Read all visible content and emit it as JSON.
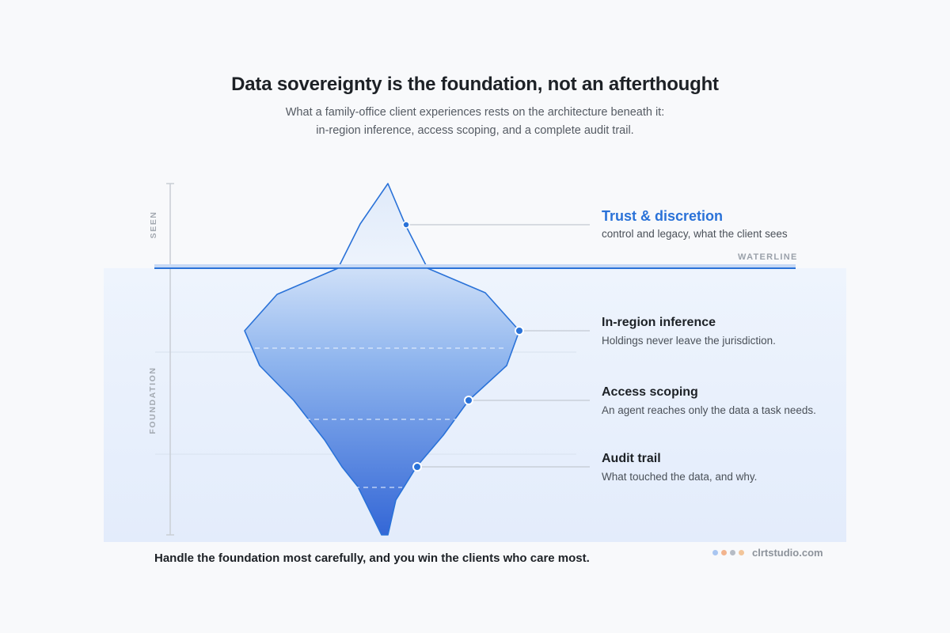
{
  "header": {
    "title": "Data sovereignty is the foundation, not an afterthought",
    "subtitle_line1": "What a family-office client experiences rests on the architecture beneath it:",
    "subtitle_line2": "in-region inference, access scoping, and a complete audit trail."
  },
  "axis": {
    "seen": "SEEN",
    "foundation": "FOUNDATION",
    "waterline": "WATERLINE"
  },
  "layers": [
    {
      "title": "Trust & discretion",
      "desc": "control and legacy, what the client sees",
      "accent": true
    },
    {
      "title": "In-region inference",
      "desc": "Holdings never leave the jurisdiction."
    },
    {
      "title": "Access scoping",
      "desc": "An agent reaches only the data a task needs."
    },
    {
      "title": "Audit trail",
      "desc": "What touched the data, and why."
    }
  ],
  "footer": {
    "tagline": "Handle the foundation most carefully, and you win the clients who care most.",
    "brand": "clrtstudio.com",
    "brand_dot_colors": [
      "#a9c6f1",
      "#f2b48e",
      "#b6bcc5",
      "#f2c59a"
    ]
  },
  "colors": {
    "accent": "#2a72d8",
    "iceberg_top": "#c7dcf7",
    "iceberg_bottom": "#3a6fd8",
    "water": "#e6effc"
  }
}
